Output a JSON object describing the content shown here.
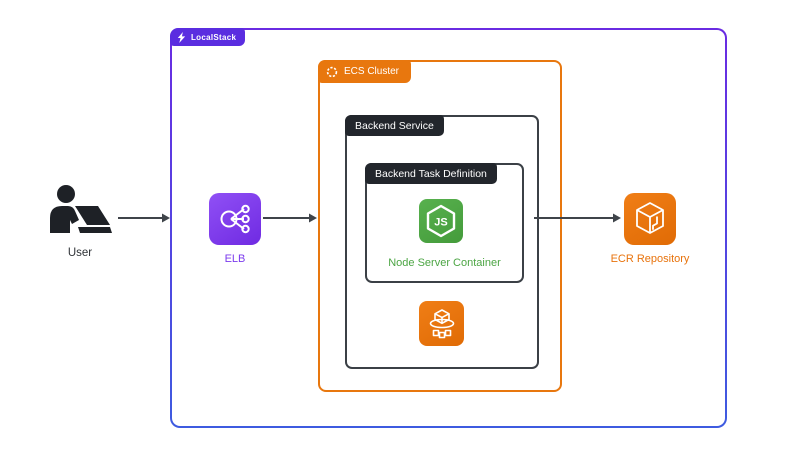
{
  "groups": {
    "localstack": {
      "label": "LocalStack"
    },
    "ecs_cluster": {
      "label": "ECS Cluster"
    },
    "backend_service": {
      "label": "Backend Service"
    },
    "backend_task_definition": {
      "label": "Backend Task Definition"
    }
  },
  "nodes": {
    "user": {
      "label": "User"
    },
    "elb": {
      "label": "ELB"
    },
    "node_server_container": {
      "label": "Node Server Container",
      "icon_text": "JS"
    },
    "ecs_service": {
      "icon": "ecs-service-icon"
    },
    "ecr_repository": {
      "label": "ECR Repository"
    }
  },
  "connections": [
    {
      "from": "user",
      "to": "elb"
    },
    {
      "from": "elb",
      "to": "ecs_cluster"
    },
    {
      "from": "backend_service",
      "to": "ecr_repository"
    }
  ],
  "colors": {
    "localstack_badge_purple": "#5A2DE0",
    "outer_border_gradient_top": "#6A2BE2",
    "outer_border_gradient_bottom": "#3E5BE0",
    "aws_orange": "#E8770E",
    "dark_badge": "#22262C",
    "dark_border": "#3B4046",
    "node_green": "#4CA544",
    "elb_purple": "#7B3AED",
    "arrow": "#3F444A"
  }
}
